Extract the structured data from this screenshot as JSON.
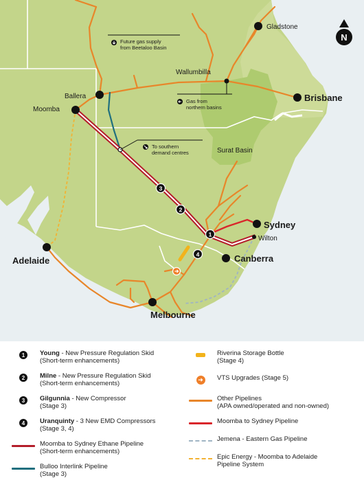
{
  "colors": {
    "sea": "#e9eff2",
    "land": "#c3d58a",
    "land_light": "#d3e0a2",
    "basin": "#aecb6f",
    "pipeline_other": "#e8862a",
    "pipeline_moomba_sydney": "#d9262b",
    "ethane": "#b41e2a",
    "bulloo": "#1f6f7e",
    "jemena": "#9fb4c4",
    "epic": "#f2b233",
    "riverina": "#f2b31b",
    "vts": "#ef7f29",
    "marker": "#111111"
  },
  "cities": {
    "gladstone": "Gladstone",
    "brisbane": "Brisbane",
    "wallumbilla": "Wallumbilla",
    "ballera": "Ballera",
    "moomba": "Moomba",
    "sydney": "Sydney",
    "wilton": "Wilton",
    "canberra": "Canberra",
    "melbourne": "Melbourne",
    "adelaide": "Adelaide",
    "surat_basin": "Surat Basin"
  },
  "annotations": {
    "beetaloo_line1": "Future gas supply",
    "beetaloo_line2": "from Beetaloo Basin",
    "northern_line1": "Gas from",
    "northern_line2": "northern basins",
    "southern_line1": "To southern",
    "southern_line2": "demand centres"
  },
  "map_markers": [
    "1",
    "2",
    "3",
    "4"
  ],
  "north_label": "N",
  "legend": [
    {
      "symbol": "1",
      "title": "Young",
      "desc": " - New Pressure Regulation Skid",
      "sub": "(Short-term enhancements)"
    },
    {
      "symbol": "2",
      "title": "Milne",
      "desc": " - New Pressure Regulation Skid",
      "sub": "(Short-term enhancements)"
    },
    {
      "symbol": "3",
      "title": "Gilgunnia",
      "desc": " - New Compressor",
      "sub": "(Stage 3)"
    },
    {
      "symbol": "4",
      "title": "Uranquinty",
      "desc": " - 3 New EMD Compressors",
      "sub": "(Stage 3, 4)"
    },
    {
      "title": "Moomba to Sydney Ethane Pipeline",
      "sub": "(Short-term enhancements)"
    },
    {
      "title": "Bulloo Interlink Pipeline",
      "sub": "(Stage 3)"
    },
    {
      "title": "Riverina Storage Bottle",
      "sub": "(Stage 4)"
    },
    {
      "title": "VTS Upgrades (Stage 5)",
      "sub": ""
    },
    {
      "title": "Other Pipelines",
      "sub": "(APA owned/operated and non-owned)"
    },
    {
      "title": "Moomba to Sydney Pipeline",
      "sub": ""
    },
    {
      "title": "Jemena - Eastern Gas Pipeline",
      "sub": ""
    },
    {
      "title": "Epic Energy - Moomba to Adelaide",
      "sub": "Pipeline System"
    }
  ]
}
